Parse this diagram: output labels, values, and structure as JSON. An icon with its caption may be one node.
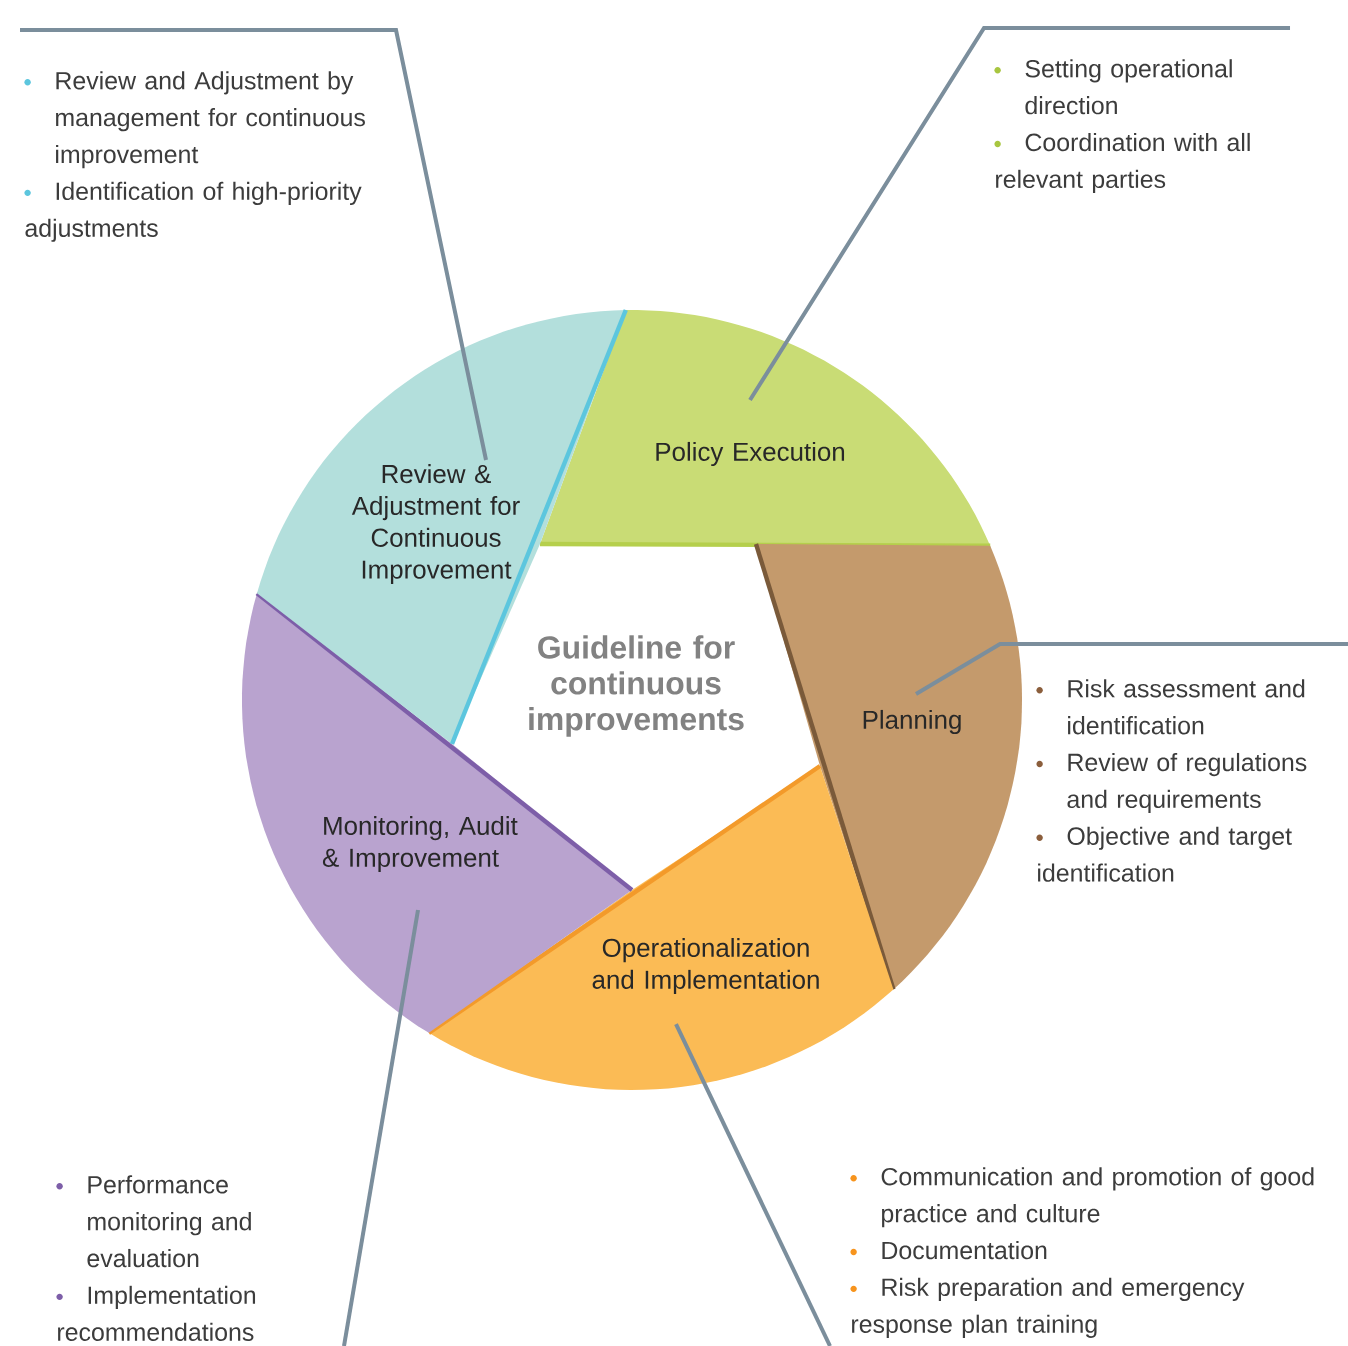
{
  "diagram": {
    "nodes": [
      {
        "text": [
          "Guideline for continuous improvements"
        ]
      },
      {
        "text": [
          "Policy Execution"
        ]
      },
      {
        "text": [
          "Planning"
        ]
      },
      {
        "text": [
          "Operationalization and Implementation"
        ]
      },
      {
        "text": [
          "Monitoring, Audit & Improvement"
        ]
      },
      {
        "text": [
          "Review & Adjustment for Continuous Improvement"
        ]
      },
      {
        "text": [
          "Setting operational direction",
          "Coordination with all relevant parties"
        ]
      },
      {
        "text": [
          "Risk assessment and identification",
          "Review of regulations and requirements",
          "Objective and target identification"
        ]
      },
      {
        "text": [
          "Communication and promotion of good practice and culture",
          "Documentation",
          "Risk preparation and emergency response plan training"
        ]
      },
      {
        "text": [
          "Performance monitoring and evaluation",
          "Implementation recommendations"
        ]
      },
      {
        "text": [
          "Review and Adjustment by management for continuous improvement",
          "Identification of high-priority adjustments"
        ]
      }
    ],
    "edges": [
      {
        "from": 6,
        "to": 1,
        "arrow": "none"
      },
      {
        "from": 7,
        "to": 2,
        "arrow": "none"
      },
      {
        "from": 8,
        "to": 3,
        "arrow": "none"
      },
      {
        "from": 9,
        "to": 4,
        "arrow": "none"
      },
      {
        "from": 10,
        "to": 5,
        "arrow": "none"
      }
    ]
  }
}
